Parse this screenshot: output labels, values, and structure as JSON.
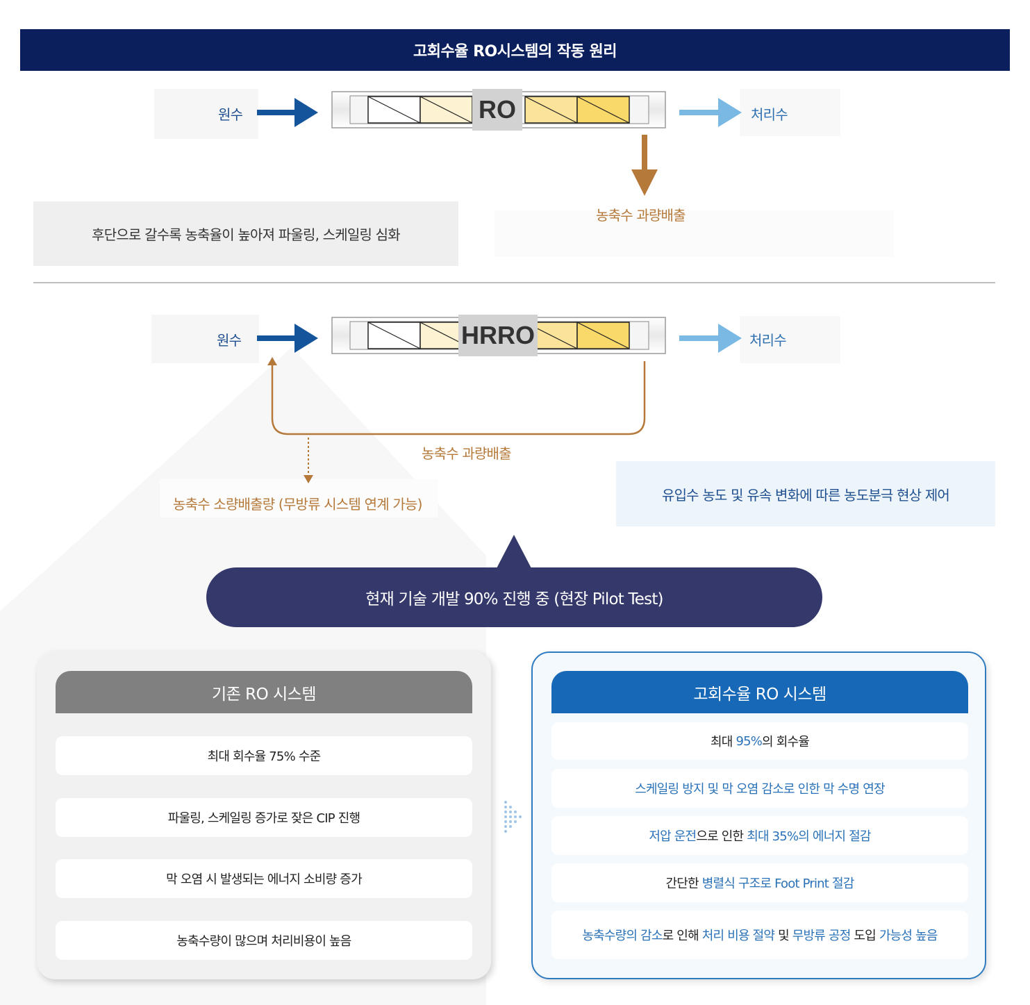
{
  "title": "고회수율 RO시스템의 작동 원리",
  "colors": {
    "navy": "#0b1f5c",
    "arrow_dark": "#14549a",
    "arrow_light": "#7ab9e4",
    "brown": "#b5793a",
    "pill": "#34386a",
    "new_blue": "#1768b6"
  },
  "ro_diagram": {
    "input_label": "원수",
    "module_label": "RO",
    "output_label": "처리수",
    "drain_label": "농축수 과량배출",
    "note": "후단으로 갈수록 농축율이 높아져 파울링, 스케일링 심화"
  },
  "hrro_diagram": {
    "input_label": "원수",
    "module_label": "HRRO",
    "output_label": "처리수",
    "recirculation_label": "농축수 과량배출",
    "drain_label": "농축수 소량배출량 (무방류 시스템 연계 가능)",
    "note": "유입수 농도 및 유속 변화에 따른 농도분극 현상 제어"
  },
  "status_pill": "현재 기술 개발 90% 진행 중 (현장 Pilot Test)",
  "legacy": {
    "header": "기존 RO 시스템",
    "items": [
      "최대 회수율 75% 수준",
      "파울링, 스케일링 증가로 잦은 CIP 진행",
      "막 오염 시 발생되는 에너지 소비량 증가",
      "농축수량이 많으며 처리비용이 높음"
    ]
  },
  "new_system": {
    "header": "고회수율 RO 시스템",
    "items": [
      {
        "parts": [
          {
            "t": "최대 ",
            "h": false
          },
          {
            "t": "95%",
            "h": true
          },
          {
            "t": "의 회수율",
            "h": false
          }
        ]
      },
      {
        "parts": [
          {
            "t": "스케일링 방지 및 막 오염 감소로 인한 막 수명 연장",
            "h": true
          }
        ]
      },
      {
        "parts": [
          {
            "t": "저압 운전",
            "h": true
          },
          {
            "t": "으로 인한 ",
            "h": false
          },
          {
            "t": "최대 35%의 에너지 절감",
            "h": true
          }
        ]
      },
      {
        "parts": [
          {
            "t": "간단한 ",
            "h": false
          },
          {
            "t": "병렬식 구조로 Foot Print 절감",
            "h": true
          }
        ]
      },
      {
        "parts": [
          {
            "t": "농축수량의 감소",
            "h": true
          },
          {
            "t": "로 인해 ",
            "h": false
          },
          {
            "t": "처리 비용 절약",
            "h": true
          },
          {
            "t": " 및 ",
            "h": false
          },
          {
            "t": "무방류 공정",
            "h": true
          },
          {
            "t": " 도입 ",
            "h": false
          },
          {
            "t": "가능성 높음",
            "h": true
          }
        ]
      }
    ]
  }
}
